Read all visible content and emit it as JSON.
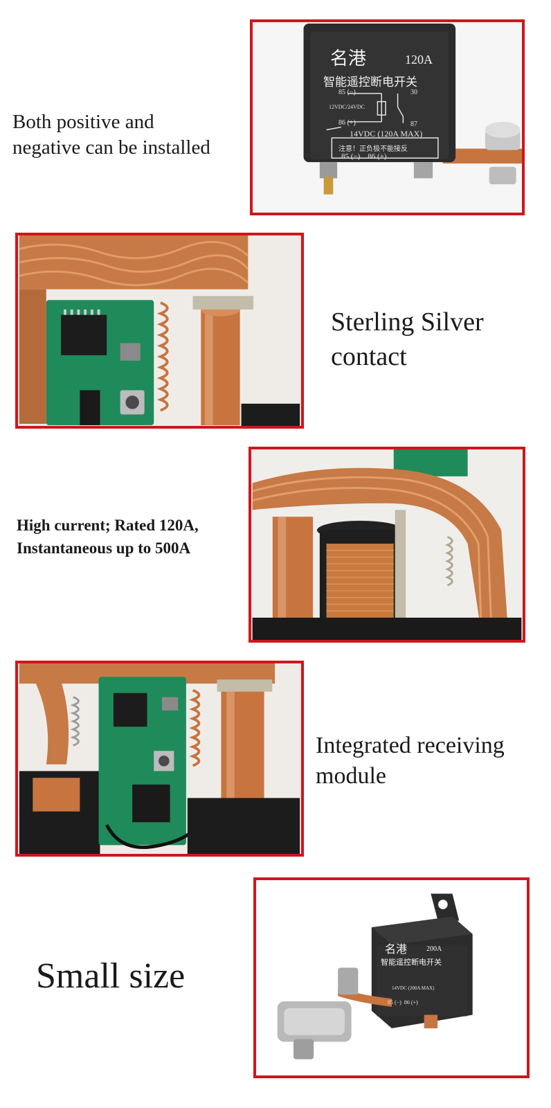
{
  "sections": [
    {
      "caption_lines": [
        "Both positive and",
        "negative can be installed"
      ]
    },
    {
      "caption_lines": [
        "Sterling Silver",
        "contact"
      ]
    },
    {
      "caption_lines": [
        "High current; Rated 120A,",
        "Instantaneous up to 500A"
      ]
    },
    {
      "caption_lines": [
        "Integrated receiving",
        "module"
      ]
    },
    {
      "caption_lines": [
        "Small size"
      ]
    }
  ],
  "relay1": {
    "brand": "名港",
    "rating": "120A",
    "title": "智能遥控断电开关",
    "pin85": "85 (−)",
    "pin30": "30",
    "voltage": "12VDC/24VDC",
    "pin86": "86 (+)",
    "pin87": "87",
    "spec": "14VDC (120A MAX)",
    "note": "注意！正负极不能接反",
    "pins": "85 (−)    86 (+)"
  },
  "relay2": {
    "brand": "名港",
    "rating": "200A",
    "title": "智能遥控断电开关",
    "spec": "14VDC (200A MAX)",
    "pins": "85 (−)  86 (+)"
  },
  "colors": {
    "frame": "#d0161c",
    "copper": "#c8743f",
    "pcb": "#1f8a5a",
    "relay_body": "#2b2b2b"
  }
}
